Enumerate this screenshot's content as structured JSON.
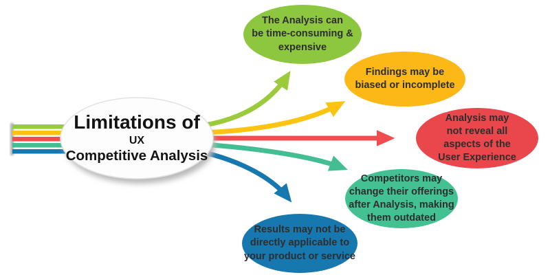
{
  "center_bubble": {
    "line1": "Limitations of",
    "line2": "UX",
    "line3": "Competitive Analysis"
  },
  "bubbles": [
    {
      "text": "The Analysis can\nbe time-consuming &\nexpensive",
      "color": "#8dc63f"
    },
    {
      "text": "Findings may be\nbiased or incomplete",
      "color": "#fcb817"
    },
    {
      "text": "Analysis may\nnot reveal all\naspects of the\nUser Experience",
      "color": "#e9474b"
    },
    {
      "text": "Competitors may\nchange their offerings\nafter Analysis, making\nthem outdated",
      "color": "#43c193"
    },
    {
      "text": "Results may not be\ndirectly applicable to\nyour product or service",
      "color": "#1778b0"
    }
  ],
  "palette": {
    "green": "#8dc63f",
    "yellow": "#fcb817",
    "red": "#e9474b",
    "teal": "#43c193",
    "blue": "#1778b0",
    "text_dark": "#2e2e2e"
  }
}
